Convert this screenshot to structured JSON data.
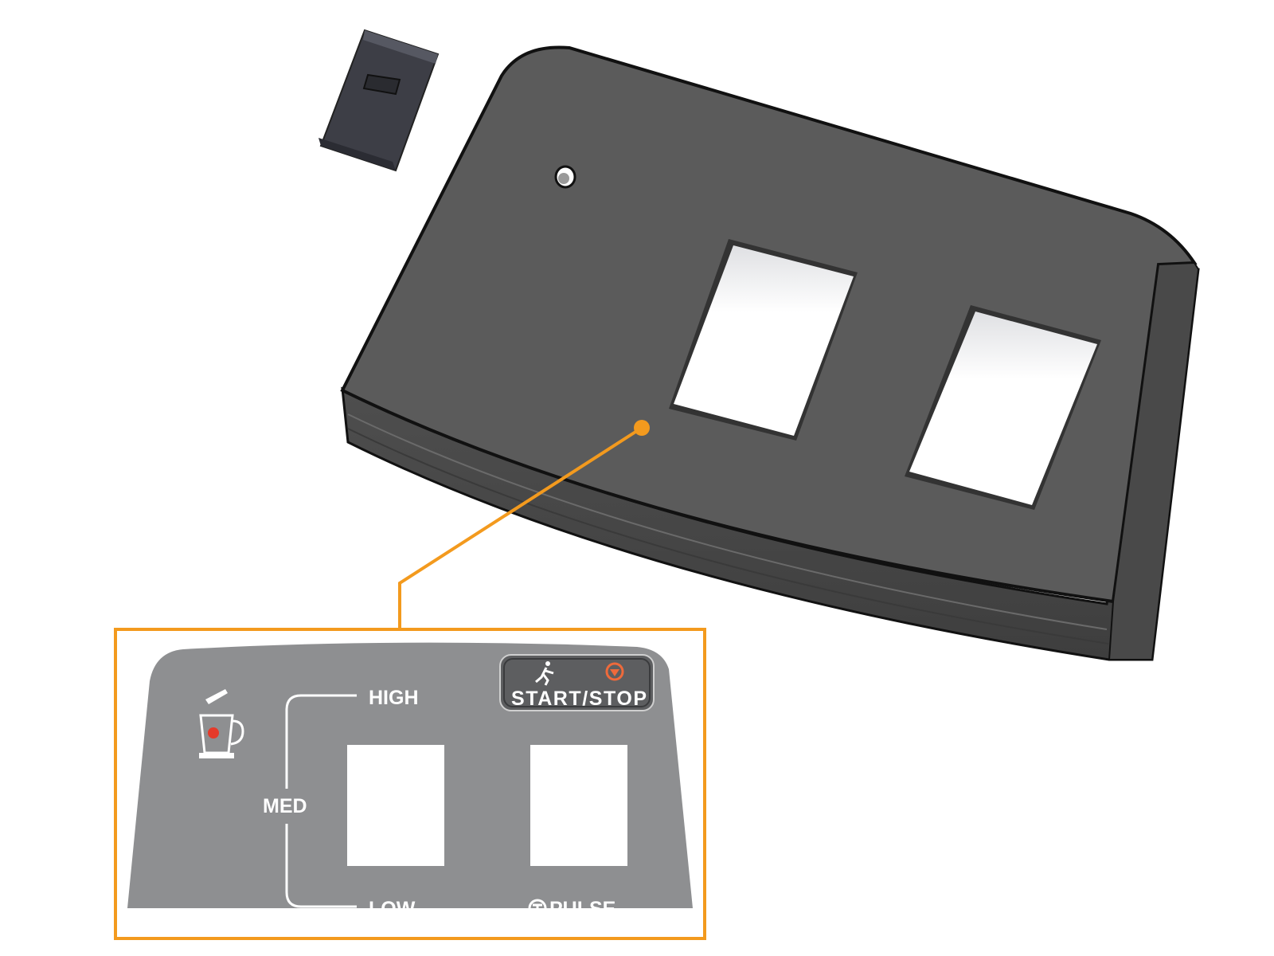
{
  "panel_labels": {
    "high": "HIGH",
    "med": "MED",
    "low": "LOW",
    "start_stop": "START/STOP",
    "pulse": "PULSE"
  },
  "icons": {
    "blender": "blender-icon",
    "run": "run-icon",
    "stop": "stop-icon",
    "pulse": "pulse-icon"
  },
  "colors": {
    "housing": "#5b5b5b",
    "housing_edge": "#4a4a4a",
    "outline": "#111111",
    "callout": "#f39a1e",
    "decal": "#8e8f91",
    "decal_text": "#ffffff",
    "stop_icon": "#ee6a3b",
    "indicator": "#e53a2a"
  }
}
